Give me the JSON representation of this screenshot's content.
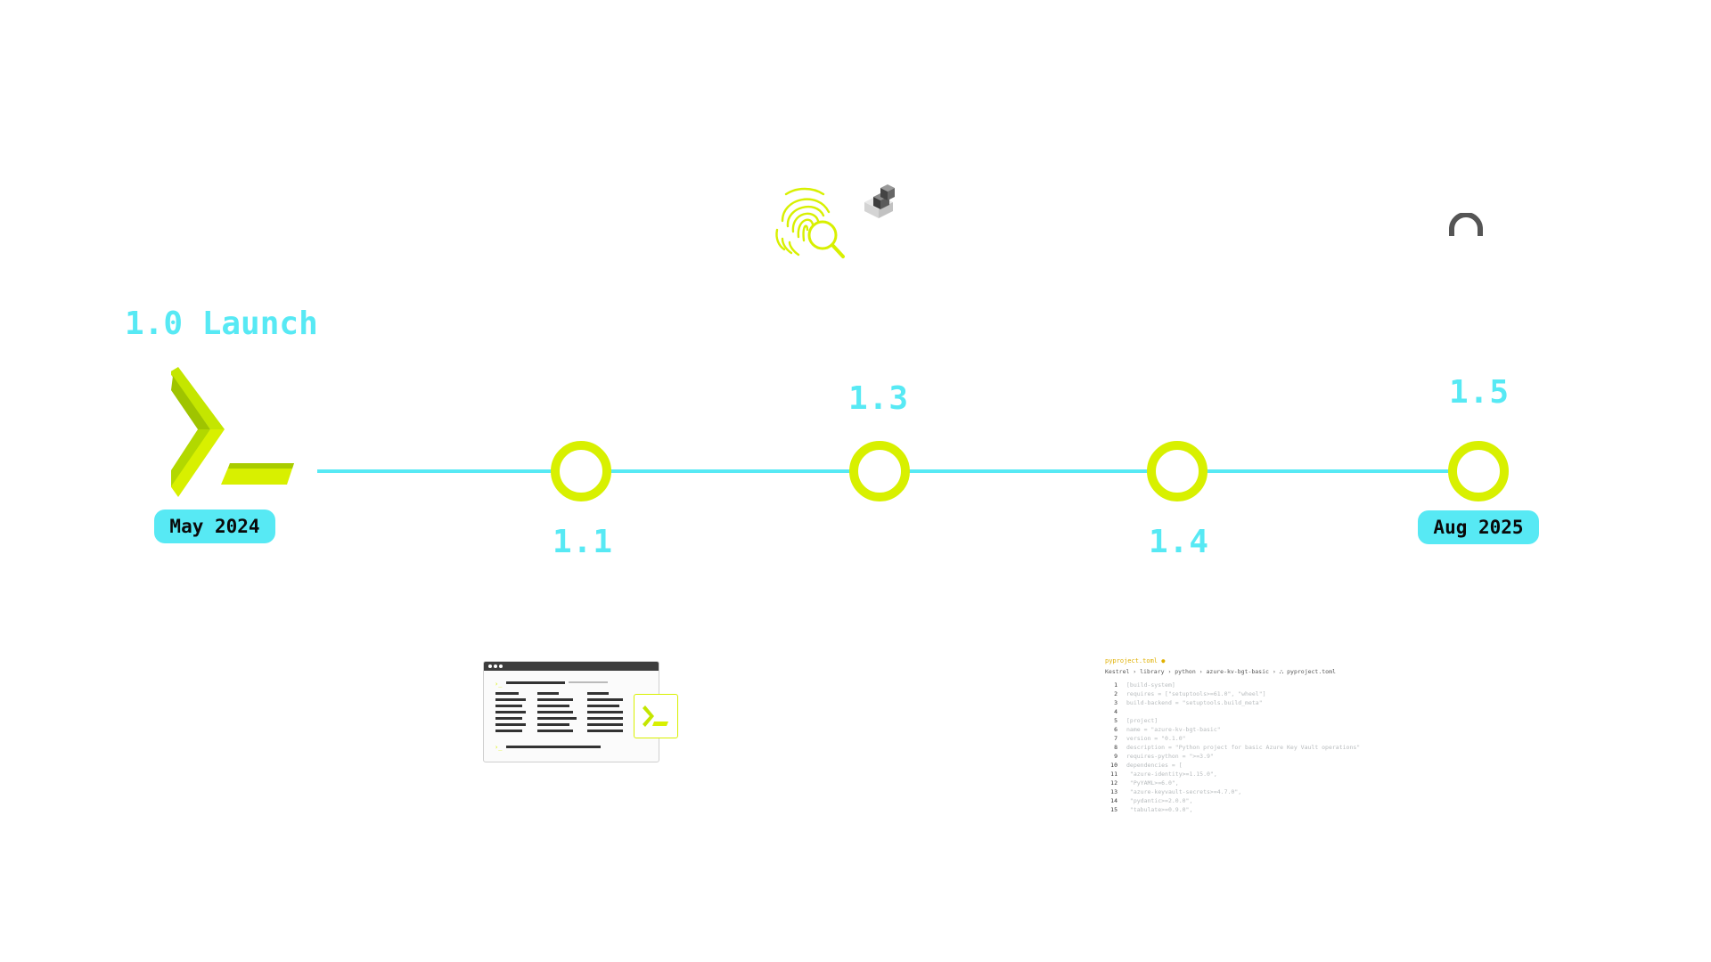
{
  "launch": {
    "title": "1.0 Launch",
    "date": "May 2024"
  },
  "milestones": [
    {
      "version": "1.1"
    },
    {
      "version": "1.3"
    },
    {
      "version": "1.4"
    },
    {
      "version": "1.5",
      "date": "Aug 2025"
    }
  ],
  "colors": {
    "accent_cyan": "#57e9f4",
    "accent_lime": "#d8f000",
    "icon_gray": "#555555"
  },
  "icons": {
    "launch": "terminal-prompt-icon",
    "security": "fingerprint-search-icon",
    "packages": "package-boxes-icon",
    "top_right": "arch-icon",
    "table_window": "terminal-table-window-icon"
  },
  "code_snippet": {
    "file_tab": "pyproject.toml ●",
    "breadcrumb": "Kestrel › library › python › azure-kv-bgt-basic › ⛬ pyproject.toml",
    "lines": [
      {
        "n": "1",
        "text": "[build-system]"
      },
      {
        "n": "2",
        "text": "requires = [\"setuptools>=61.0\", \"wheel\"]"
      },
      {
        "n": "3",
        "text": "build-backend = \"setuptools.build_meta\""
      },
      {
        "n": "4",
        "text": ""
      },
      {
        "n": "5",
        "text": "[project]"
      },
      {
        "n": "6",
        "text": "name = \"azure-kv-bgt-basic\""
      },
      {
        "n": "7",
        "text": "version = \"0.1.0\""
      },
      {
        "n": "8",
        "text": "description = \"Python project for basic Azure Key Vault operations\""
      },
      {
        "n": "9",
        "text": "requires-python = \">=3.9\""
      },
      {
        "n": "10",
        "text": "dependencies = ["
      },
      {
        "n": "11",
        "text": "    \"azure-identity>=1.15.0\","
      },
      {
        "n": "12",
        "text": "    \"PyYAML>=6.0\","
      },
      {
        "n": "13",
        "text": "    \"azure-keyvault-secrets>=4.7.0\","
      },
      {
        "n": "14",
        "text": "    \"pydantic>=2.0.0\","
      },
      {
        "n": "15",
        "text": "    \"tabulate>=0.9.0\","
      }
    ]
  }
}
